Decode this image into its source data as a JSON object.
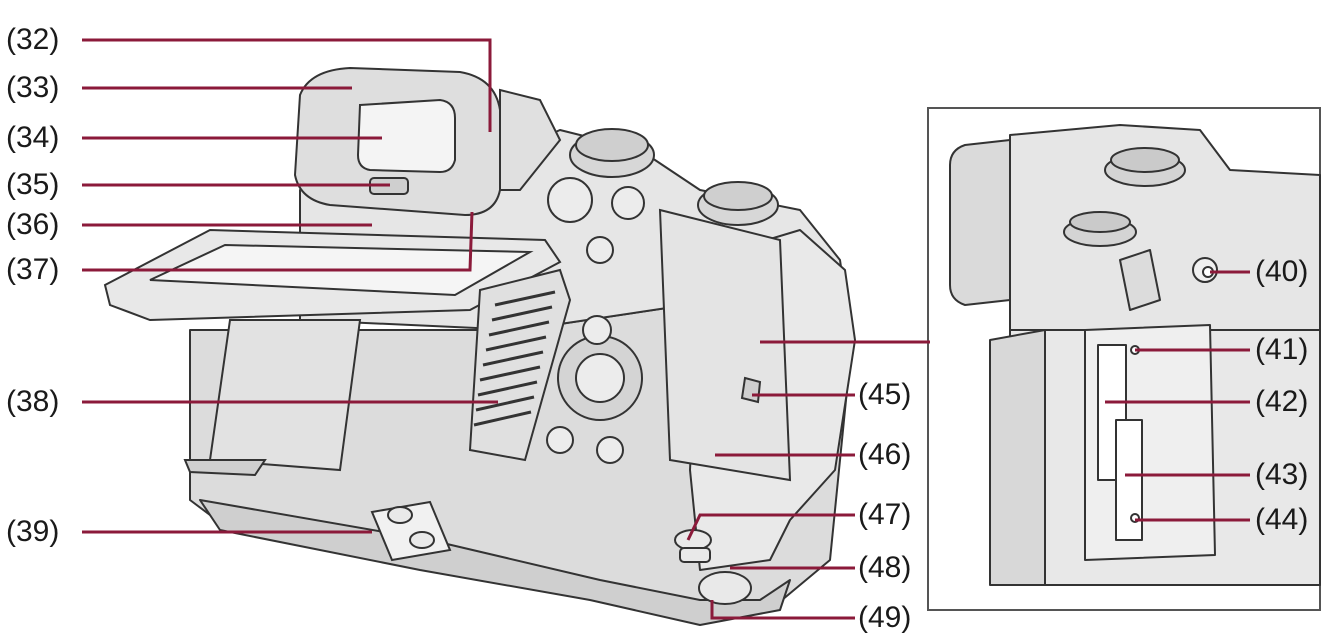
{
  "callouts": {
    "c32": "(32)",
    "c33": "(33)",
    "c34": "(34)",
    "c35": "(35)",
    "c36": "(36)",
    "c37": "(37)",
    "c38": "(38)",
    "c39": "(39)",
    "c40": "(40)",
    "c41": "(41)",
    "c42": "(42)",
    "c43": "(43)",
    "c44": "(44)",
    "c45": "(45)",
    "c46": "(46)",
    "c47": "(47)",
    "c48": "(48)",
    "c49": "(49)"
  },
  "colors": {
    "leader_line": "#8b1a3a",
    "outline": "#333333",
    "body_fill": "#e3e3e3",
    "panel_border": "#555555"
  }
}
